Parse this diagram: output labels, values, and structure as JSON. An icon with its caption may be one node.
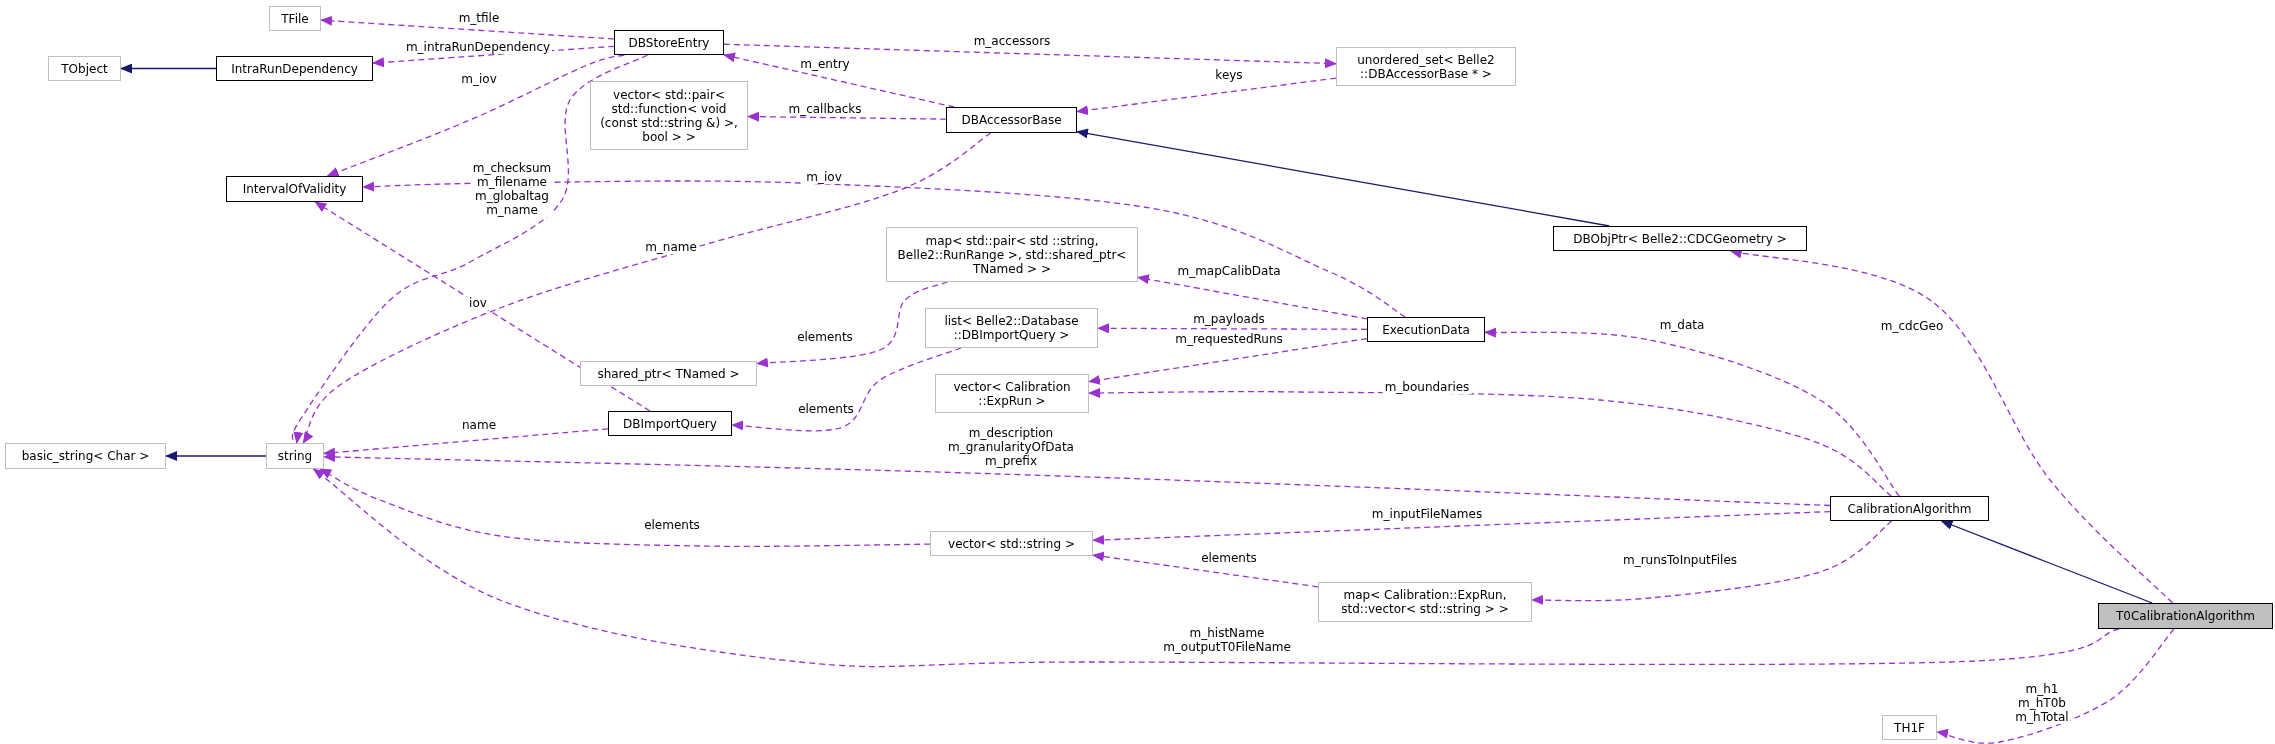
{
  "diagram": {
    "nodes": [
      {
        "text": [
          "TFile"
        ]
      },
      {
        "text": [
          "TObject"
        ]
      },
      {
        "text": [
          "IntraRunDependency"
        ]
      },
      {
        "text": [
          "DBStoreEntry"
        ]
      },
      {
        "text": [
          "vector< std::pair< std::function< void (const std::string &) >, bool > >"
        ]
      },
      {
        "text": [
          "DBAccessorBase"
        ]
      },
      {
        "text": [
          "unordered_set< Belle2 ::DBAccessorBase * >"
        ]
      },
      {
        "text": [
          "IntervalOfValidity"
        ]
      },
      {
        "text": [
          "DBObjPtr< Belle2::CDCGeometry >"
        ]
      },
      {
        "text": [
          "map< std::pair< std ::string, Belle2::RunRange >, std::shared_ptr< TNamed > >"
        ]
      },
      {
        "text": [
          "shared_ptr< TNamed >"
        ]
      },
      {
        "text": [
          "list< Belle2::Database ::DBImportQuery >"
        ]
      },
      {
        "text": [
          "ExecutionData"
        ]
      },
      {
        "text": [
          "vector< Calibration ::ExpRun >"
        ]
      },
      {
        "text": [
          "DBImportQuery"
        ]
      },
      {
        "text": [
          "basic_string< Char >"
        ]
      },
      {
        "text": [
          "string"
        ]
      },
      {
        "text": [
          "CalibrationAlgorithm"
        ]
      },
      {
        "text": [
          "vector< std::string >"
        ]
      },
      {
        "text": [
          "map< Calibration::ExpRun, std::vector< std::string > >"
        ]
      },
      {
        "text": [
          "T0CalibrationAlgorithm"
        ]
      },
      {
        "text": [
          "TH1F"
        ]
      }
    ],
    "edges": [
      {
        "from": 2,
        "to": 1,
        "arrow": "to",
        "color": "#191970"
      },
      {
        "from": 3,
        "to": 0,
        "arrow": "to",
        "label": "m_tfile",
        "style": "dashed"
      },
      {
        "from": 3,
        "to": 2,
        "arrow": "to",
        "label": "m_intraRunDependency",
        "style": "dashed"
      },
      {
        "from": 3,
        "to": 7,
        "arrow": "to",
        "label": "m_iov",
        "style": "dashed"
      },
      {
        "from": 3,
        "to": 16,
        "arrow": "to",
        "label": "m_checksum m_filename m_globaltag m_name",
        "style": "dashed"
      },
      {
        "from": 3,
        "to": 6,
        "arrow": "to",
        "label": "m_accessors",
        "style": "dashed"
      },
      {
        "from": 5,
        "to": 3,
        "arrow": "to",
        "label": "m_entry",
        "style": "dashed"
      },
      {
        "from": 5,
        "to": 4,
        "arrow": "to",
        "label": "m_callbacks",
        "style": "dashed"
      },
      {
        "from": 6,
        "to": 5,
        "arrow": "to",
        "label": "keys",
        "style": "dashed"
      },
      {
        "from": 5,
        "to": 16,
        "arrow": "to",
        "label": "m_name",
        "style": "dashed"
      },
      {
        "from": 8,
        "to": 5,
        "arrow": "to",
        "color": "#191970"
      },
      {
        "from": 12,
        "to": 7,
        "arrow": "to",
        "label": "m_iov",
        "style": "dashed"
      },
      {
        "from": 12,
        "to": 9,
        "arrow": "to",
        "label": "m_mapCalibData",
        "style": "dashed"
      },
      {
        "from": 12,
        "to": 11,
        "arrow": "to",
        "label": "m_payloads",
        "style": "dashed"
      },
      {
        "from": 12,
        "to": 13,
        "arrow": "to",
        "label": "m_requestedRuns",
        "style": "dashed"
      },
      {
        "from": 9,
        "to": 10,
        "arrow": "to",
        "label": "elements",
        "style": "dashed"
      },
      {
        "from": 11,
        "to": 14,
        "arrow": "to",
        "label": "elements",
        "style": "dashed"
      },
      {
        "from": 14,
        "to": 16,
        "arrow": "to",
        "label": "name",
        "style": "dashed"
      },
      {
        "from": 14,
        "to": 7,
        "arrow": "to",
        "label": "iov",
        "style": "dashed"
      },
      {
        "from": 17,
        "to": 12,
        "arrow": "to",
        "label": "m_data",
        "style": "dashed"
      },
      {
        "from": 17,
        "to": 13,
        "arrow": "to",
        "label": "m_boundaries",
        "style": "dashed"
      },
      {
        "from": 17,
        "to": 16,
        "arrow": "to",
        "label": "m_description m_granularityOfData m_prefix",
        "style": "dashed"
      },
      {
        "from": 17,
        "to": 18,
        "arrow": "to",
        "label": "m_inputFileNames",
        "style": "dashed"
      },
      {
        "from": 17,
        "to": 19,
        "arrow": "to",
        "label": "m_runsToInputFiles",
        "style": "dashed"
      },
      {
        "from": 18,
        "to": 16,
        "arrow": "to",
        "label": "elements",
        "style": "dashed"
      },
      {
        "from": 19,
        "to": 18,
        "arrow": "to",
        "label": "elements",
        "style": "dashed"
      },
      {
        "from": 20,
        "to": 17,
        "arrow": "to",
        "color": "#191970"
      },
      {
        "from": 20,
        "to": 8,
        "arrow": "to",
        "label": "m_cdcGeo",
        "style": "dashed"
      },
      {
        "from": 20,
        "to": 16,
        "arrow": "to",
        "label": "m_histName m_outputT0FileName",
        "style": "dashed"
      },
      {
        "from": 20,
        "to": 21,
        "arrow": "to",
        "label": "m_h1 m_hT0b m_hTotal",
        "style": "dashed"
      },
      {
        "from": 16,
        "to": 15,
        "arrow": "to",
        "color": "#191970"
      }
    ]
  }
}
